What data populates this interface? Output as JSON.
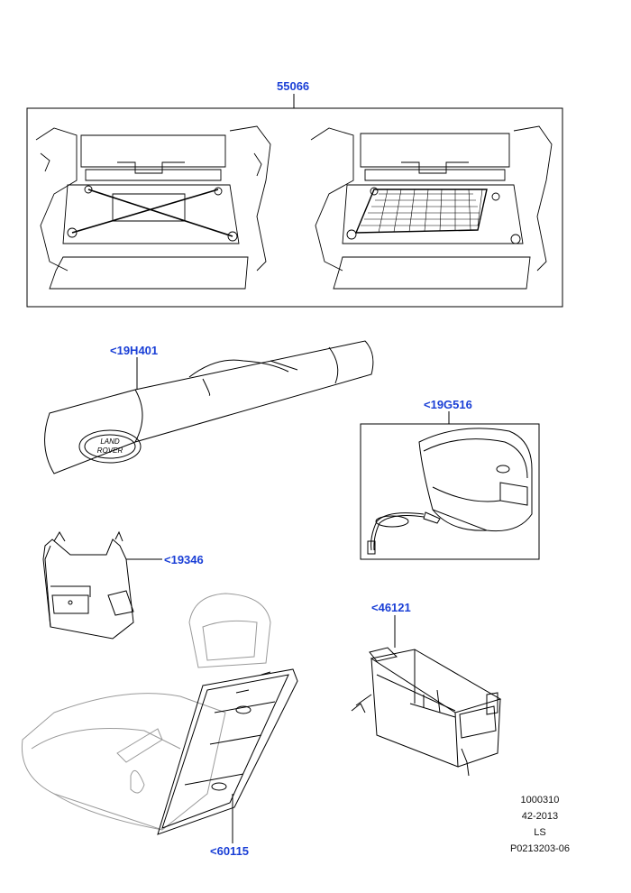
{
  "callouts": {
    "c55066": "55066",
    "c19H401": "<19H401",
    "c19G516": "<19G516",
    "c19346": "<19346",
    "c46121": "<46121",
    "c60115": "<60115"
  },
  "logo_text": {
    "line1": "LAND",
    "line2": "ROVER"
  },
  "meta": {
    "line1": "1000310",
    "line2": "42-2013",
    "line3": "LS",
    "line4": "P0213203-06"
  },
  "colors": {
    "callout": "#1a3fd6",
    "line": "#000000",
    "seat_line": "#9a9a9a"
  }
}
